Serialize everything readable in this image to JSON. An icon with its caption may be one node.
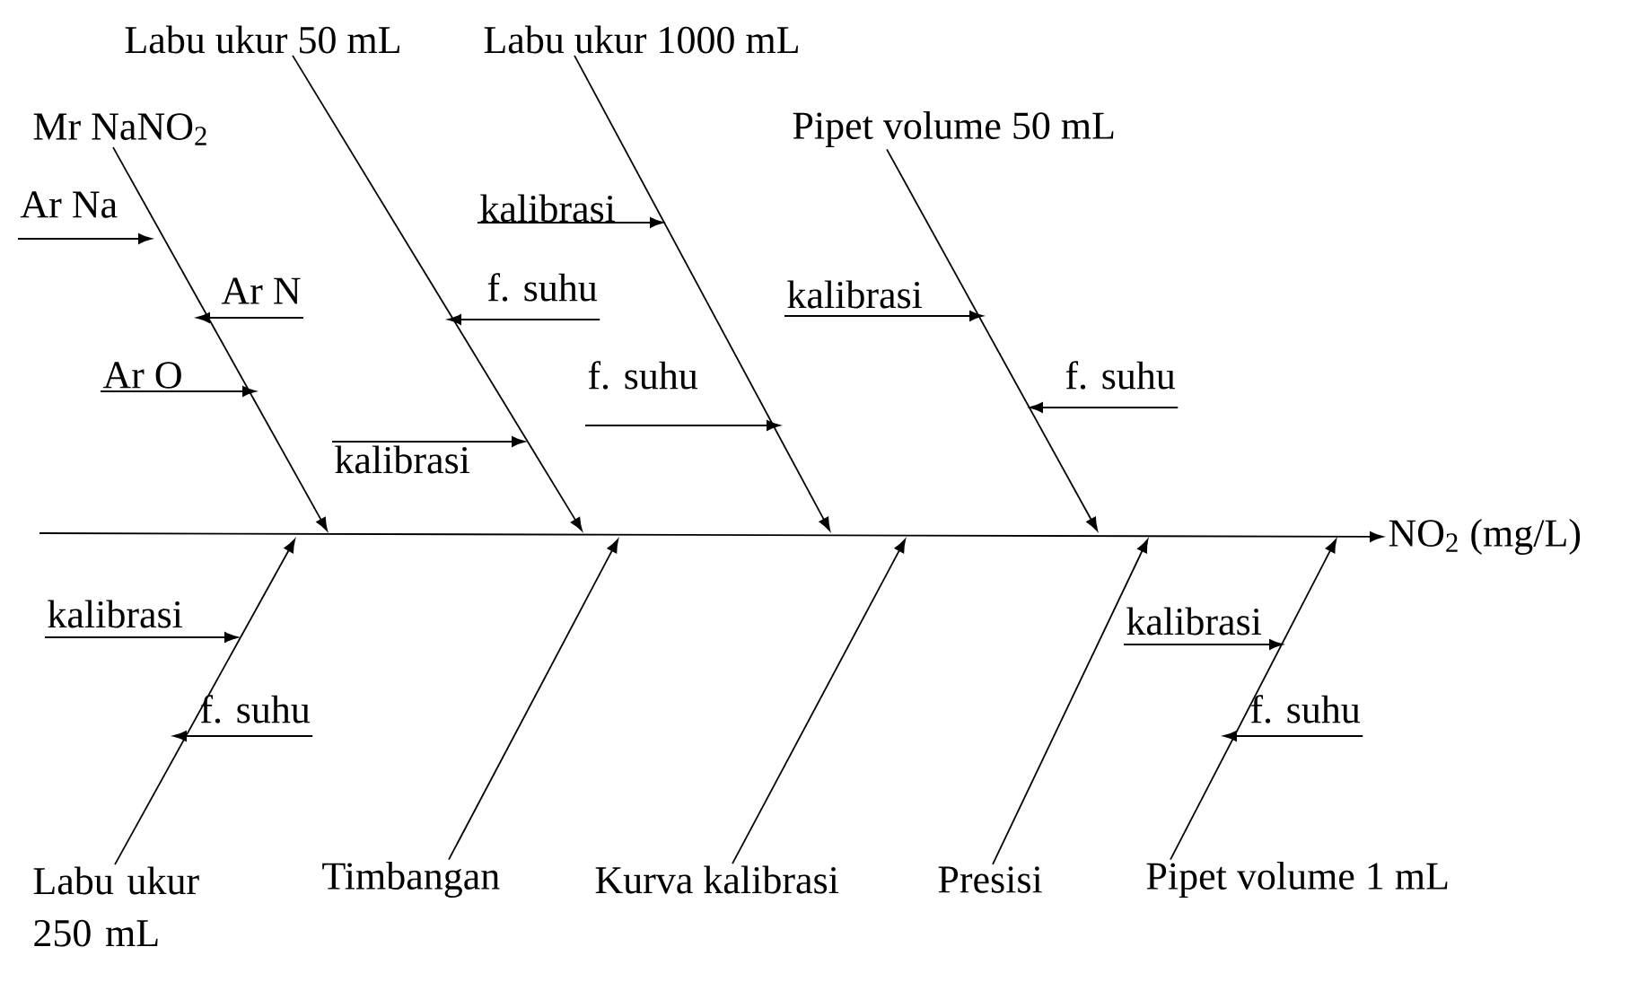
{
  "diagram": {
    "nodes": [
      {
        "text": [
          "Labu ukur 50 mL"
        ]
      },
      {
        "text": [
          "Labu ukur 1000 mL"
        ]
      },
      {
        "text": [
          "Mr NaNO$_{2}$"
        ]
      },
      {
        "text": [
          "Pipet volume 50 mL"
        ]
      },
      {
        "text": [
          "Ar Na"
        ]
      },
      {
        "text": [
          "kalibrasi"
        ]
      },
      {
        "text": [
          "Ar N"
        ]
      },
      {
        "text": [
          "f. suhu"
        ]
      },
      {
        "text": [
          "kalibrasi"
        ]
      },
      {
        "text": [
          "Ar O"
        ]
      },
      {
        "text": [
          "f. suhu"
        ]
      },
      {
        "text": [
          "f. suhu"
        ]
      },
      {
        "text": [
          "kalibrasi"
        ]
      },
      {
        "text": [
          "NO$_{2}$ (mg/L)"
        ]
      },
      {
        "text": [
          "kalibrasi"
        ]
      },
      {
        "text": [
          "kalibrasi"
        ]
      },
      {
        "text": [
          "f. suhu"
        ]
      },
      {
        "text": [
          "f. suhu"
        ]
      },
      {
        "text": [
          "Labu ukur 250 mL"
        ]
      },
      {
        "text": [
          "Timbangan"
        ]
      },
      {
        "text": [
          "Kurva kalibrasi"
        ]
      },
      {
        "text": [
          "Presisi"
        ]
      },
      {
        "text": [
          "Pipet volume 1 mL"
        ]
      }
    ],
    "edges": [
      {
        "from": null,
        "to": 13,
        "arrow": "to"
      },
      {
        "from": 2,
        "to": null,
        "arrow": "to"
      },
      {
        "from": 0,
        "to": null,
        "arrow": "to"
      },
      {
        "from": 1,
        "to": null,
        "arrow": "to"
      },
      {
        "from": 3,
        "to": null,
        "arrow": "to"
      },
      {
        "from": 18,
        "to": null,
        "arrow": "to"
      },
      {
        "from": 19,
        "to": null,
        "arrow": "to"
      },
      {
        "from": 20,
        "to": null,
        "arrow": "to"
      },
      {
        "from": 21,
        "to": null,
        "arrow": "to"
      },
      {
        "from": 22,
        "to": null,
        "arrow": "to"
      },
      {
        "from": 4,
        "to": null,
        "arrow": "to"
      },
      {
        "from": 6,
        "to": null,
        "arrow": "to"
      },
      {
        "from": 9,
        "to": null,
        "arrow": "to"
      },
      {
        "from": 12,
        "to": null,
        "arrow": "to"
      },
      {
        "from": 7,
        "to": null,
        "arrow": "to"
      },
      {
        "from": 5,
        "to": null,
        "arrow": "to"
      },
      {
        "from": 10,
        "to": null,
        "arrow": "to"
      },
      {
        "from": 8,
        "to": null,
        "arrow": "to"
      },
      {
        "from": 11,
        "to": null,
        "arrow": "to"
      },
      {
        "from": 14,
        "to": null,
        "arrow": "to"
      },
      {
        "from": 16,
        "to": null,
        "arrow": "to"
      },
      {
        "from": 15,
        "to": null,
        "arrow": "to"
      },
      {
        "from": 17,
        "to": null,
        "arrow": "to"
      }
    ]
  }
}
